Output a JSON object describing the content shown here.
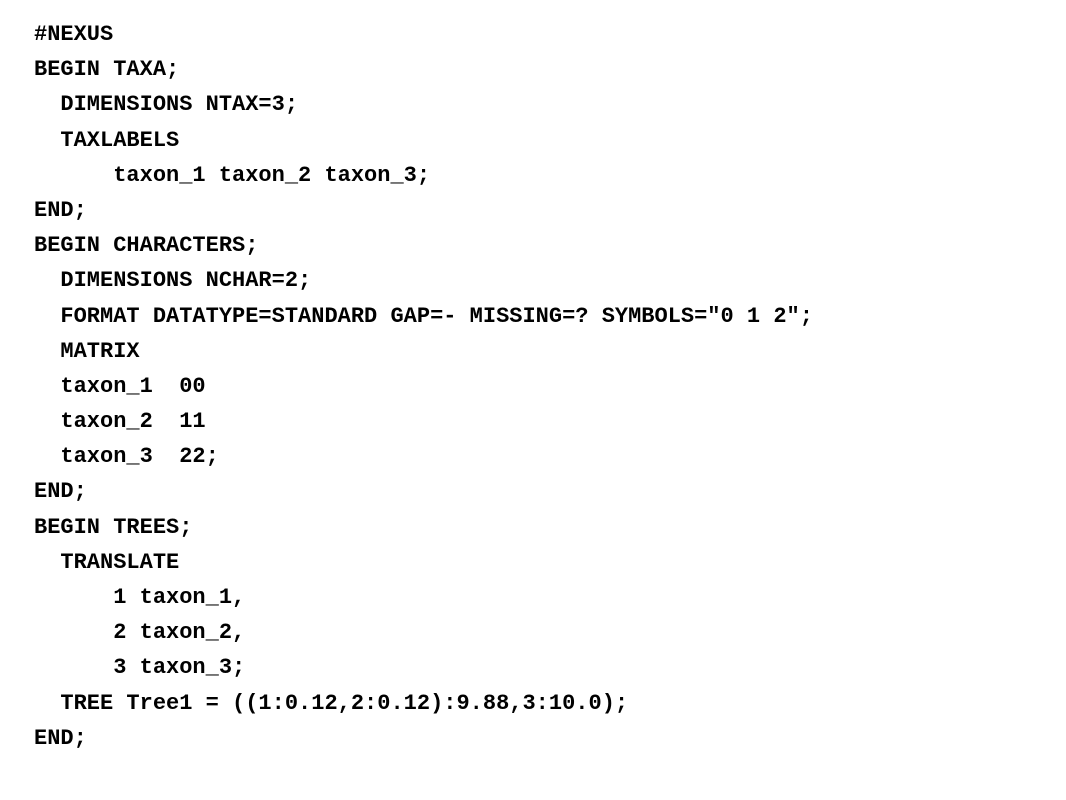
{
  "document": {
    "lines": [
      "#NEXUS",
      "BEGIN TAXA;",
      "  DIMENSIONS NTAX=3;",
      "  TAXLABELS",
      "      taxon_1 taxon_2 taxon_3;",
      "END;",
      "BEGIN CHARACTERS;",
      "  DIMENSIONS NCHAR=2;",
      "  FORMAT DATATYPE=STANDARD GAP=- MISSING=? SYMBOLS=\"0 1 2\";",
      "  MATRIX",
      "  taxon_1  00",
      "  taxon_2  11",
      "  taxon_3  22;",
      "END;",
      "BEGIN TREES;",
      "  TRANSLATE",
      "      1 taxon_1,",
      "      2 taxon_2,",
      "      3 taxon_3;",
      "  TREE Tree1 = ((1:0.12,2:0.12):9.88,3:10.0);",
      "END;"
    ]
  }
}
